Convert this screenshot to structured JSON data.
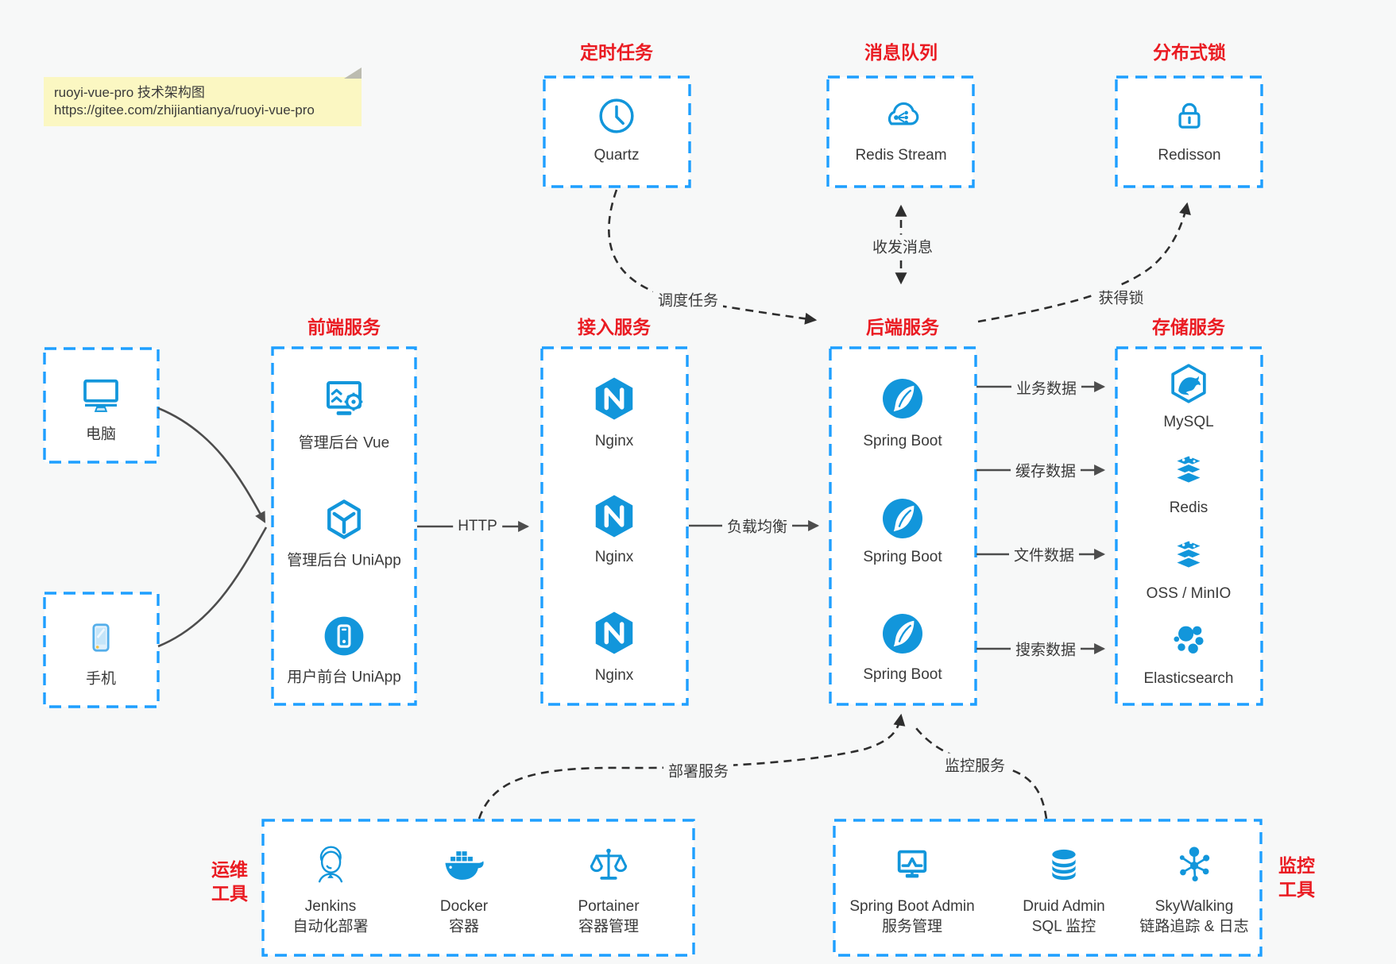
{
  "note": {
    "line1": "ruoyi-vue-pro 技术架构图",
    "line2": "https://gitee.com/zhijiantianya/ruoyi-vue-pro"
  },
  "top_services": [
    {
      "title": "定时任务",
      "item": "Quartz",
      "icon": "clock-icon"
    },
    {
      "title": "消息队列",
      "item": "Redis Stream",
      "icon": "cloud-stream-icon"
    },
    {
      "title": "分布式锁",
      "item": "Redisson",
      "icon": "lock-icon"
    }
  ],
  "clients": [
    {
      "label": "电脑",
      "icon": "desktop-icon"
    },
    {
      "label": "手机",
      "icon": "phone-icon"
    }
  ],
  "columns": [
    {
      "title": "前端服务",
      "items": [
        "管理后台 Vue",
        "管理后台 UniApp",
        "用户前台 UniApp"
      ]
    },
    {
      "title": "接入服务",
      "items": [
        "Nginx",
        "Nginx",
        "Nginx"
      ]
    },
    {
      "title": "后端服务",
      "items": [
        "Spring Boot",
        "Spring Boot",
        "Spring Boot"
      ]
    },
    {
      "title": "存储服务",
      "items": [
        "MySQL",
        "Redis",
        "OSS / MinIO",
        "Elasticsearch"
      ]
    }
  ],
  "ops_tools": {
    "title_line1": "运维",
    "title_line2": "工具",
    "items": [
      {
        "name": "Jenkins",
        "desc": "自动化部署"
      },
      {
        "name": "Docker",
        "desc": "容器"
      },
      {
        "name": "Portainer",
        "desc": "容器管理"
      }
    ]
  },
  "monitor_tools": {
    "title_line1": "监控",
    "title_line2": "工具",
    "items": [
      {
        "name": "Spring Boot Admin",
        "desc": "服务管理"
      },
      {
        "name": "Druid Admin",
        "desc": "SQL 监控"
      },
      {
        "name": "SkyWalking",
        "desc": "链路追踪 & 日志"
      }
    ]
  },
  "edges": {
    "http": "HTTP",
    "load_balance": "负载均衡",
    "schedule": "调度任务",
    "message": "收发消息",
    "lock": "获得锁",
    "business_data": "业务数据",
    "cache_data": "缓存数据",
    "file_data": "文件数据",
    "search_data": "搜索数据",
    "deploy": "部署服务",
    "monitor": "监控服务"
  },
  "colors": {
    "icon_blue": "#1296db",
    "border_blue": "#1e9fff",
    "title_red": "#ea1b22",
    "note_yellow": "#fbf7c2",
    "background": "#f7f8f8"
  }
}
